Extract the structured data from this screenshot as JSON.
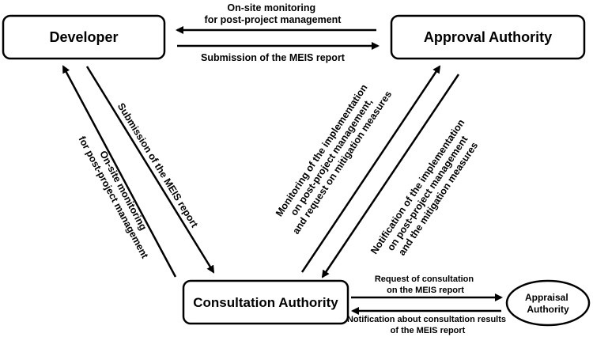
{
  "nodes": {
    "developer": "Developer",
    "approval": "Approval Authority",
    "consultation": "Consultation Authority",
    "appraisal": [
      "Appraisal",
      "Authority"
    ]
  },
  "edges": {
    "approval_to_developer": [
      "On-site monitoring",
      "for post-project management"
    ],
    "developer_to_approval": [
      "Submission of the MEIS report"
    ],
    "developer_to_consultation": [
      "Submission of the MEIS report"
    ],
    "consultation_to_developer": [
      "On-site monitoring",
      "for post-project management"
    ],
    "consultation_to_approval": [
      "Monitoring of the implementation",
      "on post-project management,",
      "and request on mitigation measures"
    ],
    "approval_to_consultation": [
      "Notification of the implementation",
      "on post-project management",
      "and the mitigation measures"
    ],
    "consultation_to_appraisal": [
      "Request of consultation",
      "on the MEIS report"
    ],
    "appraisal_to_consultation": [
      "Notification about consultation results",
      "of the MEIS report"
    ]
  }
}
